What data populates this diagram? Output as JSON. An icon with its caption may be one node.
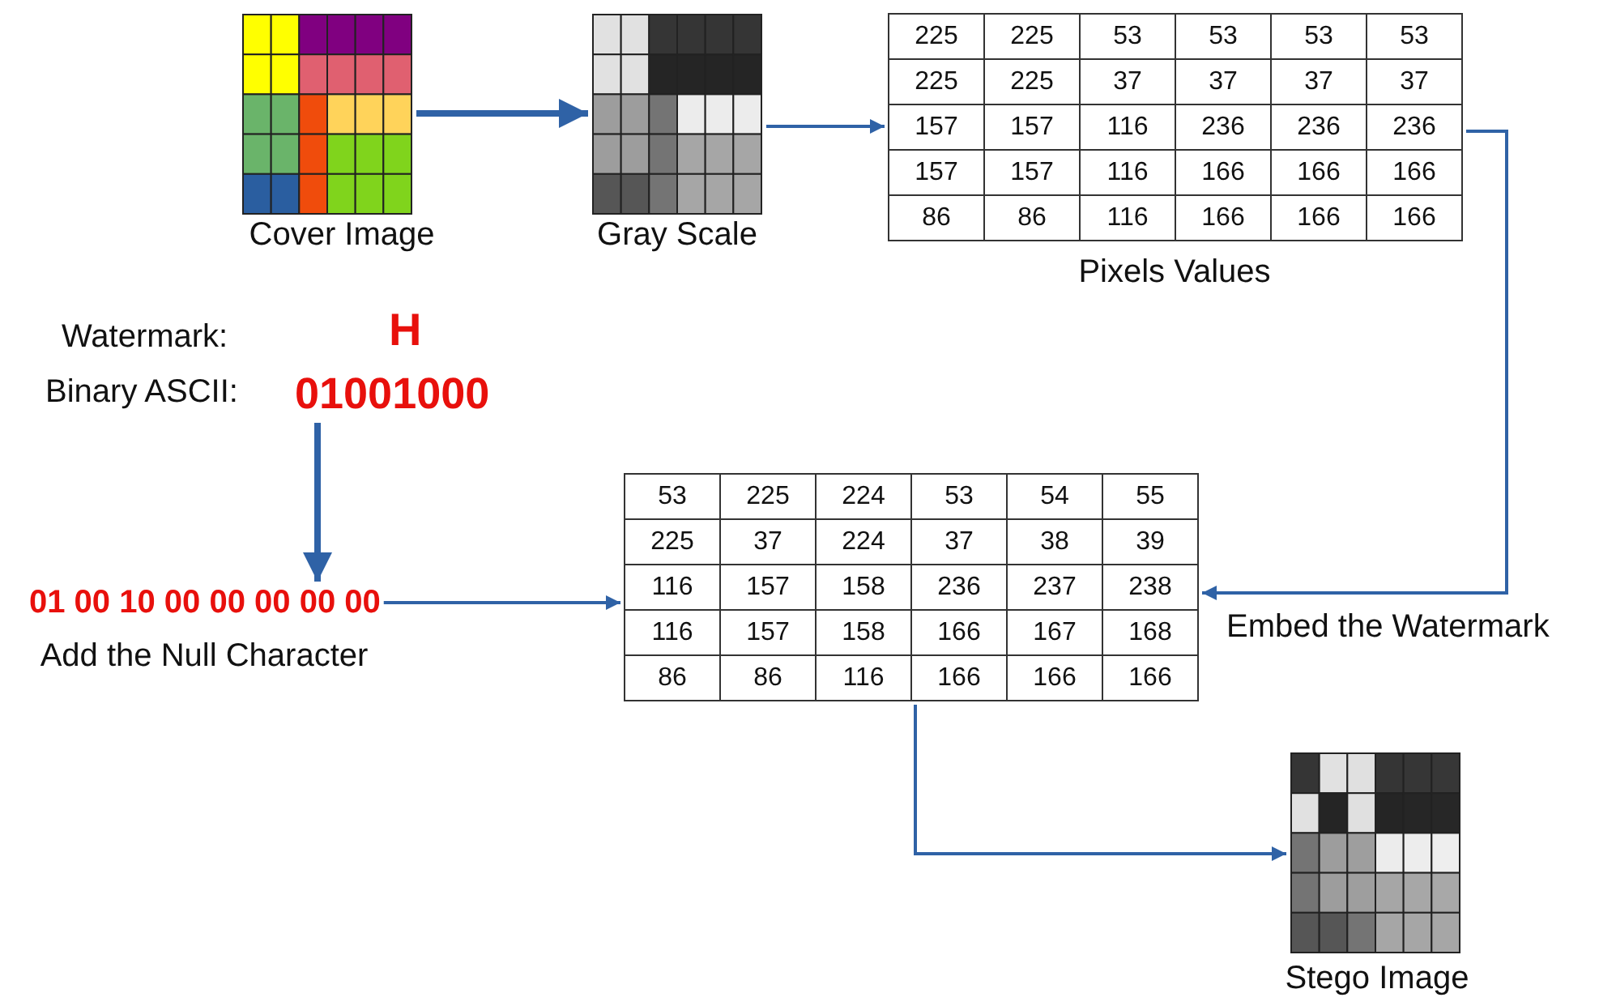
{
  "diagram": {
    "nodes": [
      {
        "text": [],
        "shape": "picture",
        "beside": [
          "Cover Image"
        ]
      },
      {
        "text": [],
        "shape": "picture",
        "beside": [
          "Gray Scale"
        ]
      },
      {
        "text": [
          "225",
          "225",
          "53",
          "53",
          "53",
          "53",
          "225",
          "225",
          "37",
          "37",
          "37",
          "37",
          "157",
          "157",
          "116",
          "236",
          "236",
          "236",
          "157",
          "157",
          "116",
          "166",
          "166",
          "166",
          "86",
          "86",
          "116",
          "166",
          "166",
          "166"
        ],
        "beside": [
          "Pixels Values"
        ]
      },
      {
        "text": [
          "01001000"
        ]
      },
      {
        "text": [
          "01 00 10 00 00 00 00 00"
        ],
        "beside": [
          "Add the Null Character"
        ]
      },
      {
        "text": [
          "53",
          "225",
          "224",
          "53",
          "54",
          "55",
          "225",
          "37",
          "224",
          "37",
          "38",
          "39",
          "116",
          "157",
          "158",
          "236",
          "237",
          "238",
          "116",
          "157",
          "158",
          "166",
          "167",
          "168",
          "86",
          "86",
          "116",
          "166",
          "166",
          "166"
        ]
      },
      {
        "text": [],
        "shape": "picture",
        "beside": [
          "Stego Image"
        ]
      }
    ],
    "edges": [
      {
        "from": 0,
        "to": 1,
        "arrow": "to",
        "style": "thick"
      },
      {
        "from": 1,
        "to": 2,
        "arrow": "to"
      },
      {
        "from": 2,
        "to": 5,
        "arrow": "to",
        "label": "Embed the Watermark"
      },
      {
        "from": 3,
        "to": 4,
        "arrow": "to",
        "style": "thick"
      },
      {
        "from": 4,
        "to": 5,
        "arrow": "to"
      },
      {
        "from": 5,
        "to": 6,
        "arrow": "to"
      }
    ],
    "labels": [
      "Watermark:",
      "H",
      "Binary ASCII:"
    ]
  }
}
